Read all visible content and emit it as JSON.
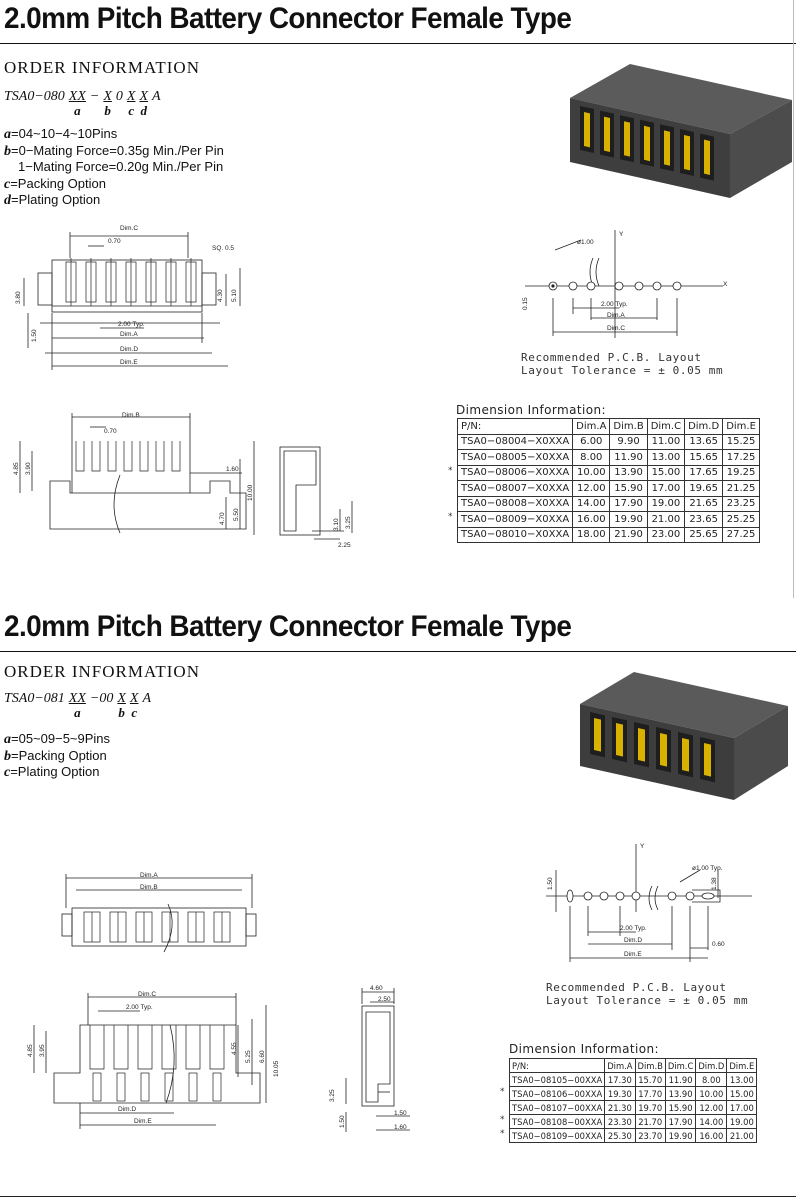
{
  "sections": [
    {
      "title": "2.0mm Pitch Battery Connector Female Type",
      "order_heading": "ORDER INFORMATION",
      "part_number": [
        {
          "top": "TSA0−080",
          "sub": ""
        },
        {
          "top": "XX",
          "sub": "a",
          "ul": true
        },
        {
          "top": "−",
          "sub": ""
        },
        {
          "top": "X",
          "sub": "b",
          "ul": true
        },
        {
          "top": "0",
          "sub": ""
        },
        {
          "top": "X",
          "sub": "c",
          "ul": true
        },
        {
          "top": "X",
          "sub": "d",
          "ul": true
        },
        {
          "top": "A",
          "sub": ""
        }
      ],
      "options": [
        {
          "key": "a",
          "text": "=04~10−4~10Pins"
        },
        {
          "key": "b",
          "text": "=0−Mating  Force=0.35g  Min./Per  Pin"
        },
        {
          "key": "",
          "text": "1−Mating  Force=0.20g  Min./Per  Pin"
        },
        {
          "key": "c",
          "text": "=Packing  Option"
        },
        {
          "key": "d",
          "text": "=Plating  Option"
        }
      ],
      "drawing_labels": {
        "dim_a": "Dim.A",
        "dim_b": "Dim.B",
        "dim_c": "Dim.C",
        "dim_d": "Dim.D",
        "dim_e": "Dim.E",
        "pitch_070": "0.70",
        "sq": "SQ. 0.5",
        "typ200": "2.00  Typ.",
        "h380": "3.80",
        "h150": "1.50",
        "h430": "4.30",
        "h510": "5.10",
        "h485": "4.85",
        "h390": "3.90",
        "h160": "1.60",
        "h470": "4.70",
        "h550": "5.50",
        "h1000": "10.00",
        "h310": "3.10",
        "h325": "3.25",
        "w225": "2.25",
        "pcb_dia": "ø1.00",
        "pcb_015": "0.15",
        "pcb_typ": "2.00  Typ.",
        "axis_x": "X",
        "axis_y": "Y"
      },
      "pcb_caption": [
        "Recommended   P.C.B.  Layout",
        "Layout  Tolerance  =  ±  0.05  mm"
      ],
      "dim_heading": "Dimension  Information:",
      "dim_columns": [
        "P/N:",
        "Dim.A",
        "Dim.B",
        "Dim.C",
        "Dim.D",
        "Dim.E"
      ],
      "dim_rows": [
        {
          "pn": "TSA0−08004−X0XXA",
          "a": "6.00",
          "b": "9.90",
          "c": "11.00",
          "d": "13.65",
          "e": "15.25",
          "star": ""
        },
        {
          "pn": "TSA0−08005−X0XXA",
          "a": "8.00",
          "b": "11.90",
          "c": "13.00",
          "d": "15.65",
          "e": "17.25",
          "star": ""
        },
        {
          "pn": "TSA0−08006−X0XXA",
          "a": "10.00",
          "b": "13.90",
          "c": "15.00",
          "d": "17.65",
          "e": "19.25",
          "star": "*"
        },
        {
          "pn": "TSA0−08007−X0XXA",
          "a": "12.00",
          "b": "15.90",
          "c": "17.00",
          "d": "19.65",
          "e": "21.25",
          "star": ""
        },
        {
          "pn": "TSA0−08008−X0XXA",
          "a": "14.00",
          "b": "17.90",
          "c": "19.00",
          "d": "21.65",
          "e": "23.25",
          "star": ""
        },
        {
          "pn": "TSA0−08009−X0XXA",
          "a": "16.00",
          "b": "19.90",
          "c": "21.00",
          "d": "23.65",
          "e": "25.25",
          "star": "*"
        },
        {
          "pn": "TSA0−08010−X0XXA",
          "a": "18.00",
          "b": "21.90",
          "c": "23.00",
          "d": "25.65",
          "e": "27.25",
          "star": ""
        }
      ]
    },
    {
      "title": "2.0mm Pitch Battery Connector Female Type",
      "order_heading": "ORDER INFORMATION",
      "part_number": [
        {
          "top": "TSA0−081",
          "sub": ""
        },
        {
          "top": "XX",
          "sub": "a",
          "ul": true
        },
        {
          "top": "−00",
          "sub": ""
        },
        {
          "top": "X",
          "sub": "b",
          "ul": true
        },
        {
          "top": "X",
          "sub": "c",
          "ul": true
        },
        {
          "top": "A",
          "sub": ""
        }
      ],
      "options": [
        {
          "key": "a",
          "text": "=05~09−5~9Pins"
        },
        {
          "key": "b",
          "text": "=Packing  Option"
        },
        {
          "key": "c",
          "text": "=Plating  Option"
        }
      ],
      "drawing_labels": {
        "dim_a": "Dim.A",
        "dim_b": "Dim.B",
        "dim_c": "Dim.C",
        "dim_d": "Dim.D",
        "dim_e": "Dim.E",
        "typ200": "2.00  Typ.",
        "h485": "4.85",
        "h395": "3.95",
        "h455": "4.55",
        "h525": "5.25",
        "h660": "6.60",
        "h1005": "10.05",
        "w460": "4.60",
        "w250": "2.50",
        "h325": "3.25",
        "h150a": "1.50",
        "h150b": "1.50",
        "h160": "1.60",
        "pcb_dia": "ø1.00  Typ.",
        "pcb_150": "1.50",
        "pcb_138": "1.38",
        "pcb_typ": "2.00  Typ.",
        "pcb_060": "0.60",
        "axis_y": "Y"
      },
      "pcb_caption": [
        "Recommended   P.C.B.  Layout",
        "Layout  Tolerance  =  ±  0.05  mm"
      ],
      "dim_heading": "Dimension  Information:",
      "dim_columns": [
        "P/N:",
        "Dim.A",
        "Dim.B",
        "Dim.C",
        "Dim.D",
        "Dim.E"
      ],
      "dim_rows": [
        {
          "pn": "TSA0−08105−00XXA",
          "a": "17.30",
          "b": "15.70",
          "c": "11.90",
          "d": "8.00",
          "e": "13.00",
          "star": ""
        },
        {
          "pn": "TSA0−08106−00XXA",
          "a": "19.30",
          "b": "17.70",
          "c": "13.90",
          "d": "10.00",
          "e": "15.00",
          "star": "*"
        },
        {
          "pn": "TSA0−08107−00XXA",
          "a": "21.30",
          "b": "19.70",
          "c": "15.90",
          "d": "12.00",
          "e": "17.00",
          "star": ""
        },
        {
          "pn": "TSA0−08108−00XXA",
          "a": "23.30",
          "b": "21.70",
          "c": "17.90",
          "d": "14.00",
          "e": "19.00",
          "star": "*"
        },
        {
          "pn": "TSA0−08109−00XXA",
          "a": "25.30",
          "b": "23.70",
          "c": "19.90",
          "d": "16.00",
          "e": "21.00",
          "star": "*"
        }
      ]
    }
  ]
}
